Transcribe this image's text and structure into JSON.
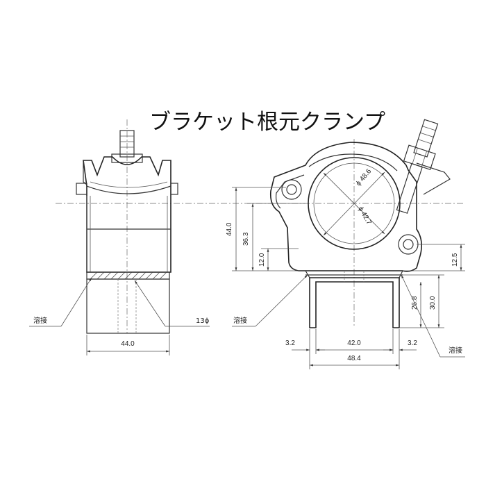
{
  "title": "ブラケット根元クランプ",
  "colors": {
    "line": "#333333",
    "text": "#222222",
    "background": "#ffffff"
  },
  "front_view": {
    "width_dim": "44.0",
    "hole_label": "13ϕ",
    "weld_label": "溶接"
  },
  "side_view": {
    "outer_dia": "ϕ 48.6",
    "inner_dia": "ϕ 42.7",
    "height_total": "44.0",
    "height_mid": "36.3",
    "height_low": "12.0",
    "top_right": "12.5",
    "leg_inner": "26.8",
    "leg_outer": "30.0",
    "bottom_left": "3.2",
    "bottom_mid": "42.0",
    "bottom_right": "3.2",
    "bottom_total": "48.4",
    "weld_left": "溶接",
    "weld_right": "溶接"
  }
}
